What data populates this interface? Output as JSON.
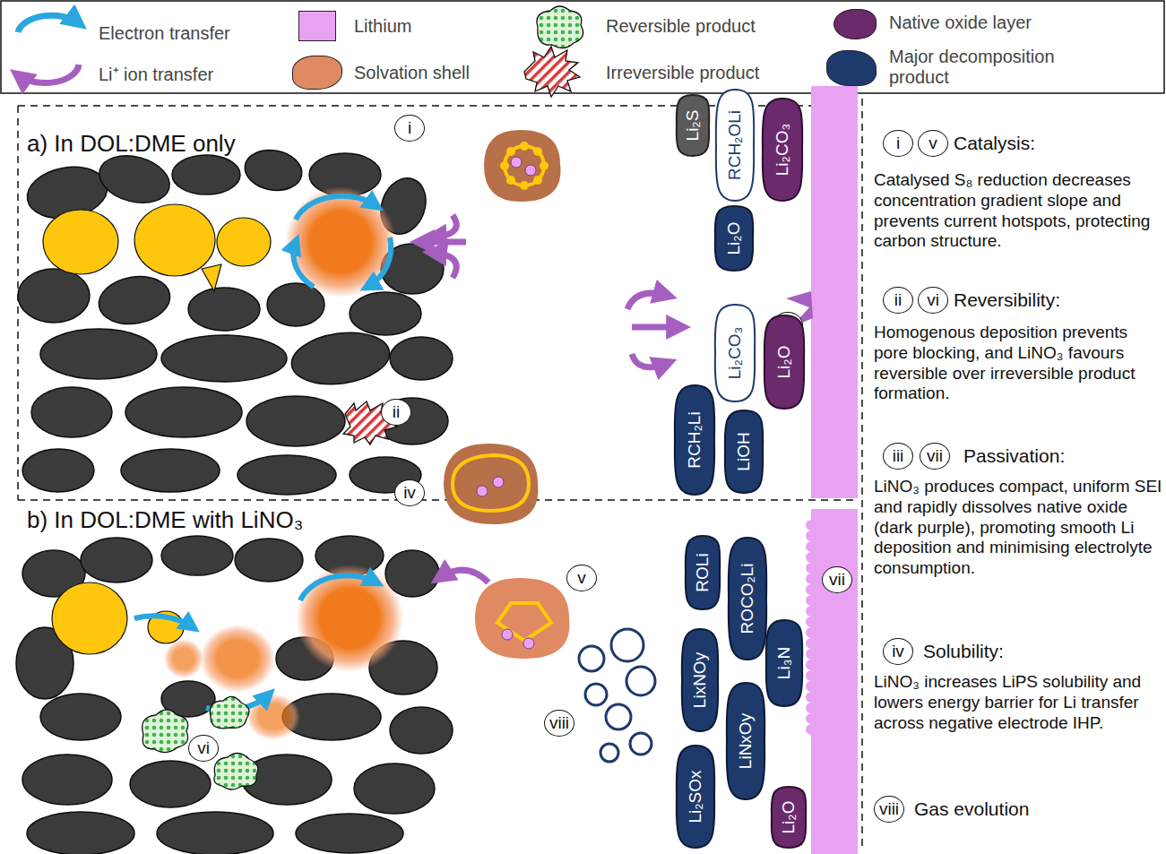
{
  "diagram": {
    "nodes": [
      {
        "text": [
          "Li₂S"
        ]
      },
      {
        "text": [
          "RCH₂OLi"
        ]
      },
      {
        "text": [
          "Li₂CO₃"
        ]
      },
      {
        "text": [
          "Li₂O"
        ]
      },
      {
        "text": [
          "Li₂CO₃"
        ]
      },
      {
        "text": [
          "Li₂O"
        ]
      },
      {
        "text": [
          "RCH₂Li"
        ]
      },
      {
        "text": [
          "LiOH"
        ]
      },
      {
        "text": [
          "ROLi"
        ]
      },
      {
        "text": [
          "ROCO₂Li"
        ]
      },
      {
        "text": [
          "LixNOy"
        ]
      },
      {
        "text": [
          "Li₃N"
        ]
      },
      {
        "text": [
          "LiNxOy"
        ]
      },
      {
        "text": [
          "Li₂SOx"
        ]
      },
      {
        "text": [
          "Li₂O"
        ]
      }
    ],
    "labels": [
      "a) In DOL:DME only",
      "i",
      "ii",
      "iii",
      "iv",
      "b) In DOL:DME with LiNO₃",
      "v",
      "vi",
      "vii",
      "viii",
      "i",
      "v",
      "Catalysis:",
      "Catalysed S₈ reduction decreases concentration gradient slope and prevents current hotspots, protecting carbon structure.",
      "ii",
      "vi",
      "Reversibility:",
      "Homogenous deposition prevents pore blocking, and LiNO₃ favours reversible over irreversible product formation.",
      "iii",
      "vii",
      "Passivation:",
      "LiNO₃ produces compact, uniform SEI and rapidly dissolves native oxide (dark purple), promoting smooth Li deposition and minimising electrolyte consumption.",
      "iv",
      "Solubility:",
      "LiNO₃ increases LiPS solubility and lowers energy barrier for Li  transfer across negative electrode IHP.",
      "viii",
      "Gas evolution"
    ],
    "legend": [
      {
        "text": "Electron transfer"
      },
      {
        "text": "Li⁺ ion transfer"
      },
      {
        "text": "Lithium",
        "color": "#e9a2f2"
      },
      {
        "text": "Solvation shell",
        "color": "#df8a62"
      },
      {
        "text": "Reversible product"
      },
      {
        "text": "Irreversible product"
      },
      {
        "text": "Native oxide layer",
        "color": "#6a2a6c"
      },
      {
        "text": "Major decomposition product",
        "color": "#1e3a6c"
      }
    ]
  }
}
